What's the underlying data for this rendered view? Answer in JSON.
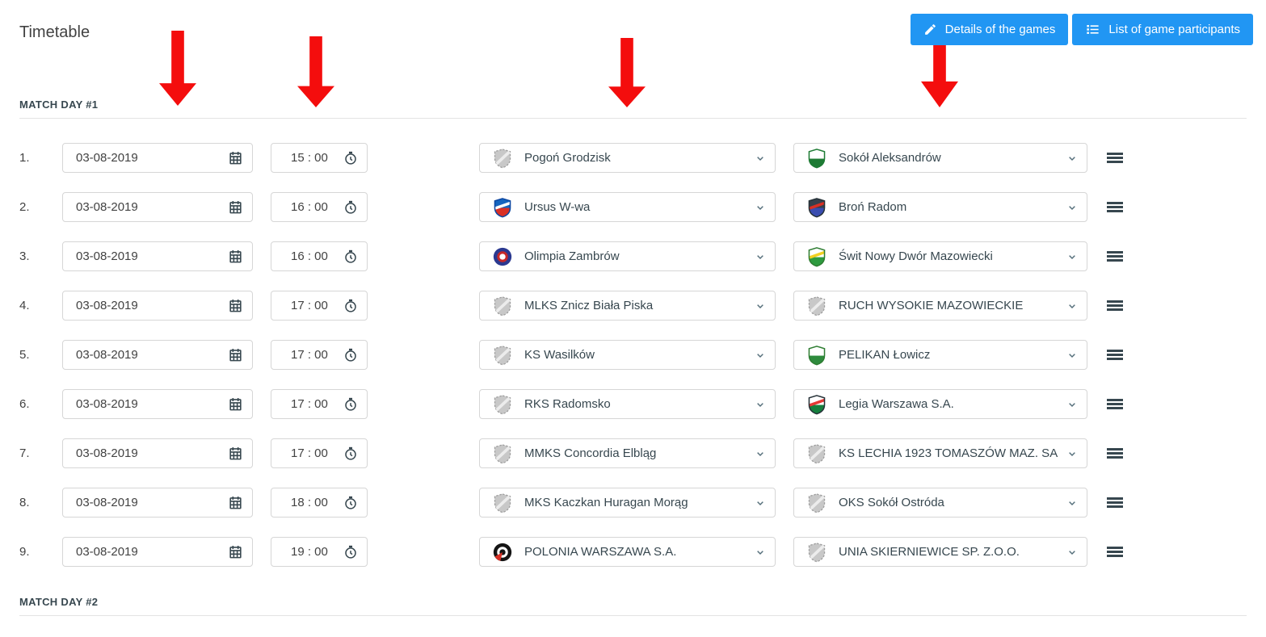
{
  "page": {
    "title": "Timetable"
  },
  "toolbar": {
    "details_button": "Details of the games",
    "participants_button": "List of game participants",
    "accent_color": "#2196f3"
  },
  "annotations": {
    "arrow_color": "#f40d0d",
    "arrows_point_to": [
      "date-column",
      "time-column",
      "home-team-column",
      "away-team-column"
    ]
  },
  "icons": {
    "details_button": "pencil-icon",
    "participants_button": "list-icon",
    "date_field": "calendar-icon",
    "time_field": "clock-icon",
    "team_field": "chevron-down-icon",
    "row_handle": "drag-handle-icon"
  },
  "colors": {
    "border": "#d6d6d6",
    "text": "#37474f",
    "divider": "#e3e3e3"
  },
  "sections": [
    {
      "label": "MATCH DAY #1",
      "matches": [
        {
          "number": "1.",
          "date": "03-08-2019",
          "time": "15 : 00",
          "home": {
            "name": "Pogoń Grodzisk",
            "logo": {
              "type": "placeholder"
            }
          },
          "away": {
            "name": "Sokół Aleksandrów",
            "logo": {
              "type": "shield",
              "body": "#ffffff",
              "bottom": "#1e7b34",
              "stroke": "#1e7b34"
            }
          }
        },
        {
          "number": "2.",
          "date": "03-08-2019",
          "time": "16 : 00",
          "home": {
            "name": "Ursus W-wa",
            "logo": {
              "type": "shield",
              "body": "#1565c0",
              "bottom": "#d93025",
              "band": "#ffffff",
              "stroke": "#0d47a1"
            }
          },
          "away": {
            "name": "Broń Radom",
            "logo": {
              "type": "shield",
              "body": "#36404d",
              "bottom": "#3a4db0",
              "band": "#d93025",
              "stroke": "#263238"
            }
          }
        },
        {
          "number": "3.",
          "date": "03-08-2019",
          "time": "16 : 00",
          "home": {
            "name": "Olimpia Zambrów",
            "logo": {
              "type": "round",
              "outer": "#2b3990",
              "ring": "#c62828",
              "center": "#ffffff"
            }
          },
          "away": {
            "name": "Świt Nowy Dwór Mazowiecki",
            "logo": {
              "type": "shield",
              "body": "#ffffff",
              "bottom": "#2e9b3f",
              "band": "#f2d023",
              "stroke": "#2e7d32"
            }
          }
        },
        {
          "number": "4.",
          "date": "03-08-2019",
          "time": "17 : 00",
          "home": {
            "name": "MLKS Znicz Biała Piska",
            "logo": {
              "type": "placeholder"
            }
          },
          "away": {
            "name": "RUCH WYSOKIE MAZOWIECKIE",
            "logo": {
              "type": "placeholder"
            }
          }
        },
        {
          "number": "5.",
          "date": "03-08-2019",
          "time": "17 : 00",
          "home": {
            "name": "KS Wasilków",
            "logo": {
              "type": "placeholder"
            }
          },
          "away": {
            "name": "PELIKAN Łowicz",
            "logo": {
              "type": "shield",
              "body": "#ffffff",
              "bottom": "#2e8b3d",
              "stroke": "#2e7d32"
            }
          }
        },
        {
          "number": "6.",
          "date": "03-08-2019",
          "time": "17 : 00",
          "home": {
            "name": "RKS Radomsko",
            "logo": {
              "type": "placeholder"
            }
          },
          "away": {
            "name": "Legia Warszawa S.A.",
            "logo": {
              "type": "shield",
              "body": "#ffffff",
              "bottom": "#157f3d",
              "band": "#e53935",
              "stroke": "#263238"
            }
          }
        },
        {
          "number": "7.",
          "date": "03-08-2019",
          "time": "17 : 00",
          "home": {
            "name": "MMKS Concordia Elbląg",
            "logo": {
              "type": "placeholder"
            }
          },
          "away": {
            "name": "KS LECHIA 1923 TOMASZÓW MAZ. SA",
            "logo": {
              "type": "placeholder"
            }
          }
        },
        {
          "number": "8.",
          "date": "03-08-2019",
          "time": "18 : 00",
          "home": {
            "name": "MKS Kaczkan Huragan Morąg",
            "logo": {
              "type": "placeholder"
            }
          },
          "away": {
            "name": "OKS Sokół Ostróda",
            "logo": {
              "type": "placeholder"
            }
          }
        },
        {
          "number": "9.",
          "date": "03-08-2019",
          "time": "19 : 00",
          "home": {
            "name": "POLONIA WARSZAWA S.A.",
            "logo": {
              "type": "round",
              "outer": "#151515",
              "ring": "#ffffff",
              "center": "#151515",
              "wedge": "#d93025"
            }
          },
          "away": {
            "name": "UNIA SKIERNIEWICE SP. Z.O.O.",
            "logo": {
              "type": "placeholder"
            }
          }
        }
      ]
    },
    {
      "label": "MATCH DAY #2",
      "matches": []
    }
  ]
}
